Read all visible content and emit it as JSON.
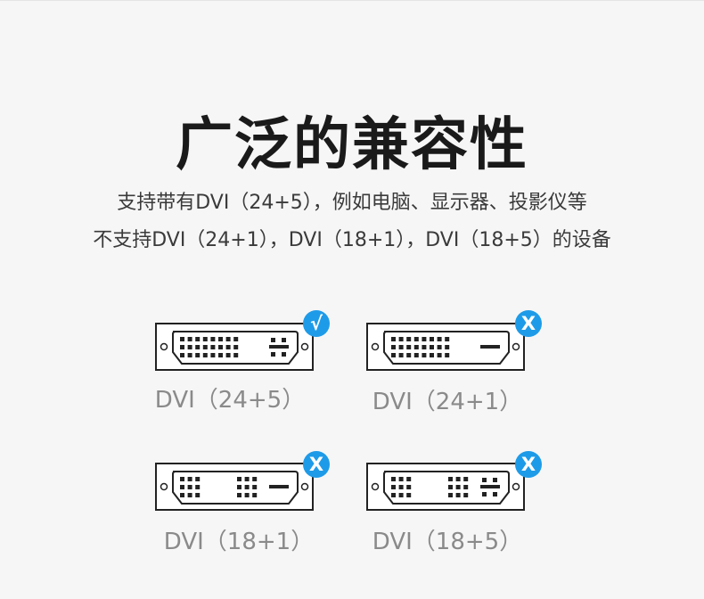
{
  "title": "广泛的兼容性",
  "subtitle_line1": "支持带有DVI（24+5），例如电脑、显示器、投影仪等",
  "subtitle_line2": "不支持DVI（24+1），DVI（18+1），DVI（18+5）的设备",
  "connectors": [
    {
      "label": "DVI（24+5）",
      "badge": "√",
      "supported": true
    },
    {
      "label": "DVI（24+1）",
      "badge": "X",
      "supported": false
    },
    {
      "label": "DVI（18+1）",
      "badge": "X",
      "supported": false
    },
    {
      "label": "DVI（18+5）",
      "badge": "X",
      "supported": false
    }
  ],
  "colors": {
    "badge": "#1e9be8",
    "title": "#1a1a1a",
    "caption": "#8a8a8a"
  }
}
